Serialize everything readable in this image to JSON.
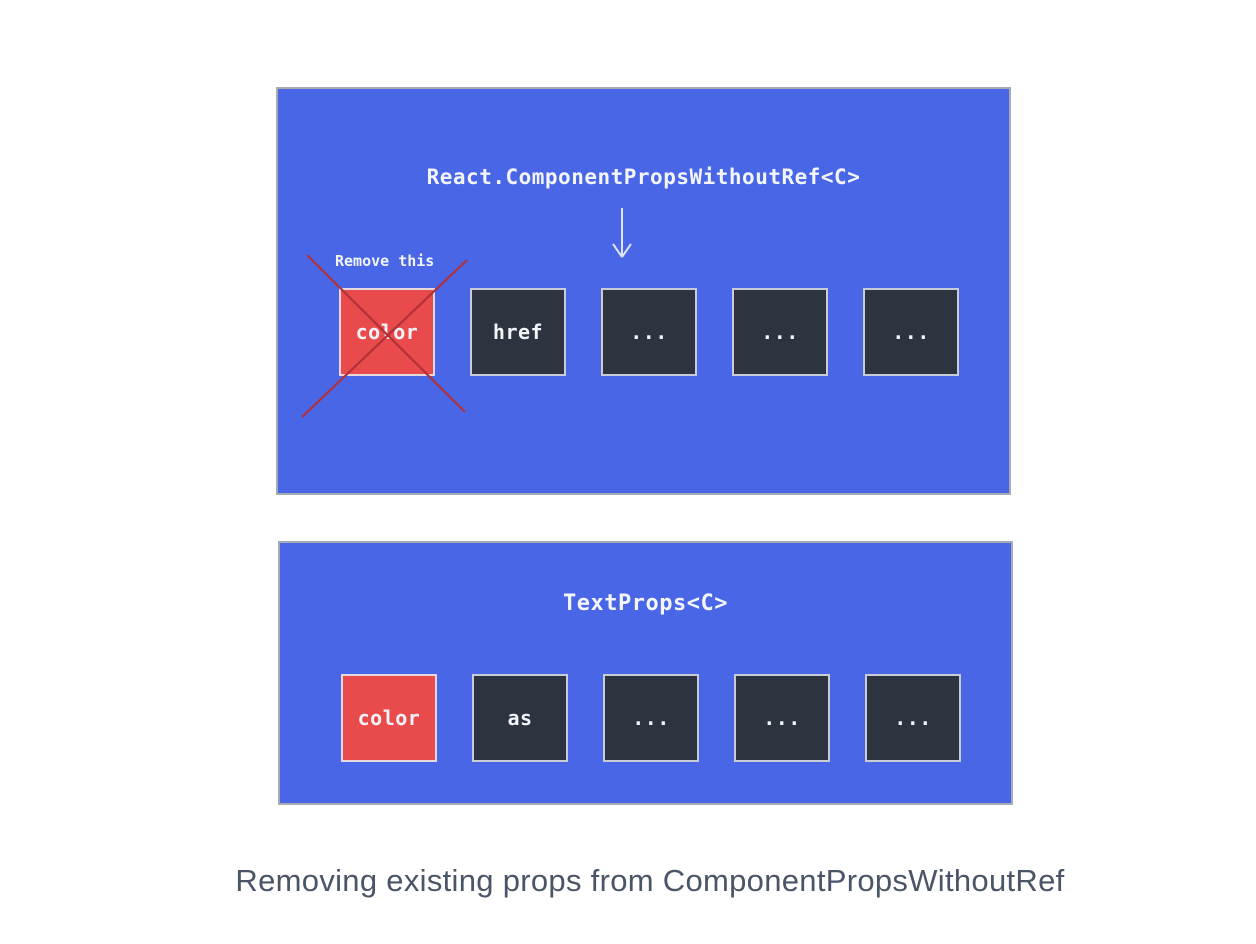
{
  "colors": {
    "panel_blue": "#4866e6",
    "box_dark": "#2d333f",
    "box_red": "#e94b4d",
    "cross_red": "#b23038",
    "arrow": "#dfe4f8",
    "diagram_text": "#f3f5fb",
    "caption_text": "#4a5568"
  },
  "top_panel": {
    "title": "React.ComponentPropsWithoutRef<C>",
    "annotation": "Remove this",
    "boxes": [
      {
        "label": "color",
        "variant": "red",
        "crossed": true
      },
      {
        "label": "href",
        "variant": "dark",
        "crossed": false
      },
      {
        "label": "...",
        "variant": "dark",
        "crossed": false
      },
      {
        "label": "...",
        "variant": "dark",
        "crossed": false
      },
      {
        "label": "...",
        "variant": "dark",
        "crossed": false
      }
    ]
  },
  "bottom_panel": {
    "title": "TextProps<C>",
    "boxes": [
      {
        "label": "color",
        "variant": "red",
        "crossed": false
      },
      {
        "label": "as",
        "variant": "dark",
        "crossed": false
      },
      {
        "label": "...",
        "variant": "dark",
        "crossed": false
      },
      {
        "label": "...",
        "variant": "dark",
        "crossed": false
      },
      {
        "label": "...",
        "variant": "dark",
        "crossed": false
      }
    ]
  },
  "caption": "Removing existing props from ComponentPropsWithoutRef"
}
